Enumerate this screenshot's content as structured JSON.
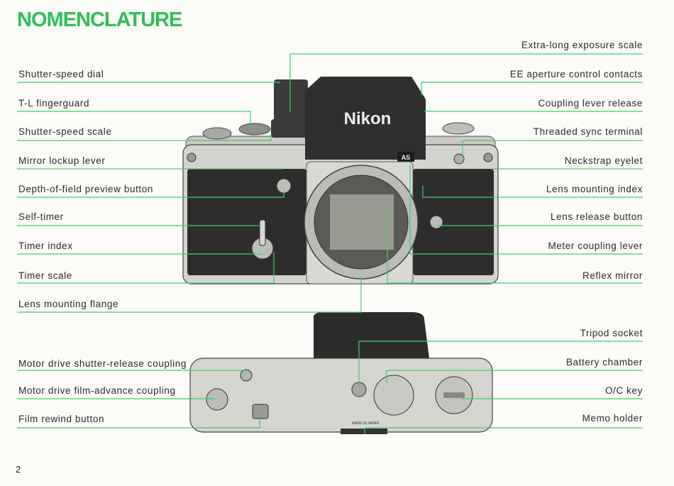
{
  "page": {
    "title": "NOMENCLATURE",
    "page_number": "2",
    "accent_color": "#2fbf5a",
    "front_brand": "Nikon",
    "front_badge": "AS",
    "bottom_stamp": "MADE IN JAPAN"
  },
  "labels_left": [
    "Shutter-speed dial",
    "T-L fingerguard",
    "Shutter-speed scale",
    "Mirror lockup lever",
    "Depth-of-field preview button",
    "Self-timer",
    "Timer index",
    "Timer scale",
    "Lens mounting flange",
    "Motor drive shutter-release coupling",
    "Motor drive film-advance coupling",
    "Film rewind button"
  ],
  "labels_right": [
    "Extra-long exposure scale",
    "EE aperture control contacts",
    "Coupling lever release",
    "Threaded sync terminal",
    "Neckstrap eyelet",
    "Lens mounting index",
    "Lens release button",
    "Meter coupling lever",
    "Reflex mirror",
    "Tripod socket",
    "Battery chamber",
    "O/C key",
    "Memo holder"
  ]
}
